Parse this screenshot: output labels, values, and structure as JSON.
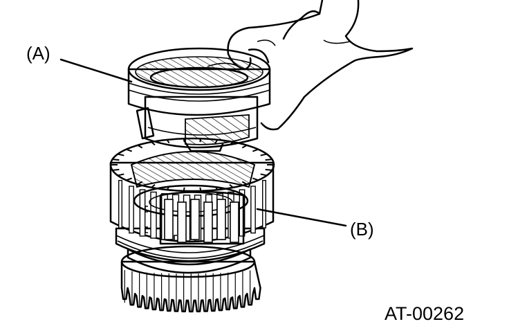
{
  "labels": {
    "part_a": "(A)",
    "part_b": "(B)"
  },
  "figure_code": "AT-00262"
}
